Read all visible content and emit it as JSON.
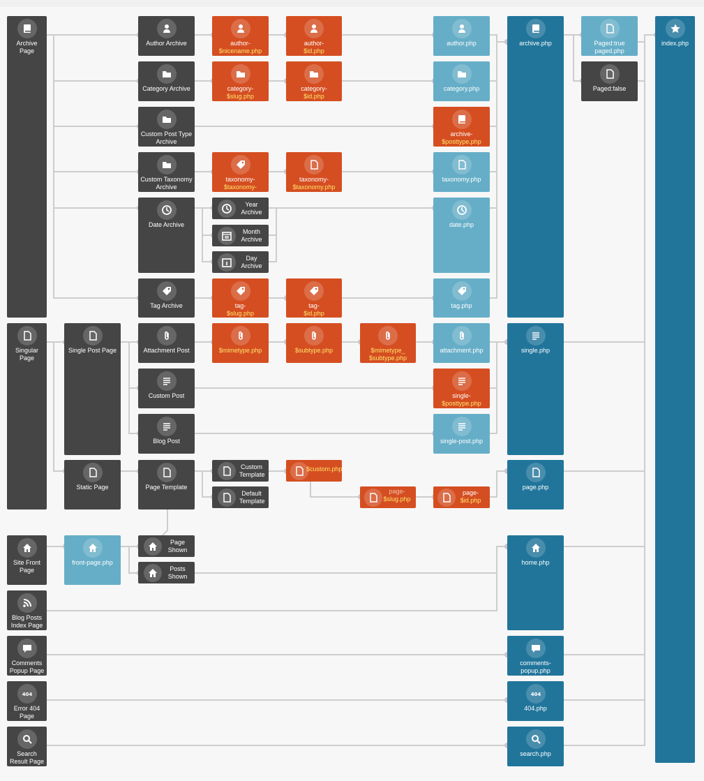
{
  "columns": {
    "page_types": {
      "archive_page": "Archive Page",
      "singular_page": "Singular\nPage",
      "site_front_page": "Site Front\nPage",
      "blog_posts_index_page": "Blog Posts\nIndex Page",
      "comments_popup_page": "Comments\nPopup Page",
      "error_404_page": "Error 404\nPage",
      "search_result_page": "Search\nResult Page"
    },
    "subtypes": {
      "single_post_page": "Single Post Page",
      "static_page": "Static Page",
      "front_page_php": "front-page.php"
    },
    "specific": {
      "author_archive": "Author Archive",
      "category_archive": "Category Archive",
      "custom_post_type_archive": "Custom Post Type\nArchive",
      "custom_taxonomy_archive": "Custom Taxonomy\nArchive",
      "date_archive": "Date Archive",
      "tag_archive": "Tag Archive",
      "attachment_post": "Attachment Post",
      "custom_post": "Custom Post",
      "blog_post": "Blog Post",
      "page_template": "Page Template",
      "page_shown": "Page\nShown",
      "posts_shown": "Posts\nShown"
    },
    "date_sub": {
      "year_archive": "Year\nArchive",
      "month_archive": "Month\nArchive",
      "day_archive": "Day\nArchive",
      "custom_template": "Custom\nTemplate",
      "default_template": "Default\nTemplate"
    },
    "templates": {
      "author_nicename_a": "author-",
      "author_nicename_b": "$nicename.php",
      "author_id_a": "author-",
      "author_id_b": "$id.php",
      "category_slug_a": "category-",
      "category_slug_b": "$slug.php",
      "category_id_a": "category-",
      "category_id_b": "$id.php",
      "taxonomy_term_a": "taxonomy-",
      "taxonomy_term_b": "$taxonomy-\n$term.php",
      "taxonomy_tax_a": "taxonomy-",
      "taxonomy_tax_b": "$taxonomy.php",
      "tag_slug_a": "tag-",
      "tag_slug_b": "$slug.php",
      "tag_id_a": "tag-",
      "tag_id_b": "$id.php",
      "mimetype": "$mimetype.php",
      "subtype": "$subtype.php",
      "mimetype_subtype": "$mimetype_\n$subtype.php",
      "custom_php": "$custom.php",
      "page_slug_a": "page-",
      "page_slug_b": "$slug.php",
      "page_id_a": "page-",
      "page_id_b": "$id.php",
      "author_php": "author.php",
      "category_php": "category.php",
      "archive_posttype_a": "archive-",
      "archive_posttype_b": "$posttype.php",
      "taxonomy_php": "taxonomy.php",
      "date_php": "date.php",
      "tag_php": "tag.php",
      "attachment_php": "attachment.php",
      "single_posttype_a": "single-",
      "single_posttype_b": "$posttype.php",
      "single_post_php": "single-post.php"
    },
    "generic": {
      "archive_php": "archive.php",
      "single_php": "single.php",
      "page_php": "page.php",
      "home_php": "home.php",
      "comments_popup_php": "comments-\npopup.php",
      "404_php": "404.php",
      "search_php": "search.php",
      "paged_true": "Paged:true\npaged.php",
      "paged_false": "Paged:false",
      "index_php": "index.php"
    }
  },
  "colors": {
    "page_type": "#454545",
    "variable_template": "#d54e21",
    "secondary_template": "#66aec7",
    "master_template": "#21759b",
    "variable_text": "#ffe36b",
    "wire": "#cdcdcd"
  }
}
